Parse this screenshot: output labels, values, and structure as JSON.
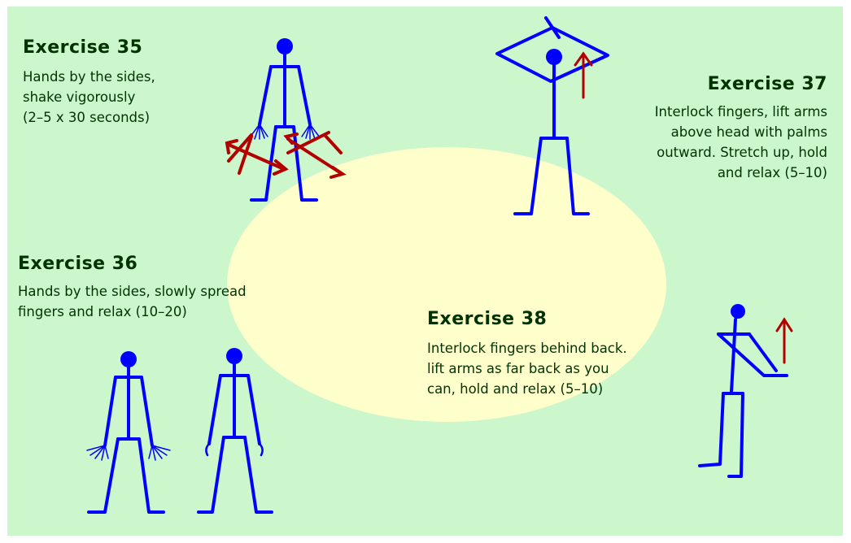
{
  "exercises": [
    {
      "title": "Exercise 35",
      "text": "Hands by the sides,\nshake vigorously\n(2–5 x 30 seconds)"
    },
    {
      "title": "Exercise 36",
      "text": "Hands by the sides, slowly spread\nfingers and relax (10–20)"
    },
    {
      "title": "Exercise 37",
      "text": "Interlock fingers, lift arms\nabove head with palms\noutward. Stretch up, hold\nand relax (5–10)"
    },
    {
      "title": "Exercise 38",
      "text": "Interlock fingers behind back.\nlift arms as far back as you\ncan, hold and relax (5–10)"
    }
  ],
  "colors": {
    "background": "#ccf7cc",
    "oval": "#ffffcc",
    "figure": "#0000ff",
    "arrow": "#b30000",
    "text": "#003300"
  }
}
